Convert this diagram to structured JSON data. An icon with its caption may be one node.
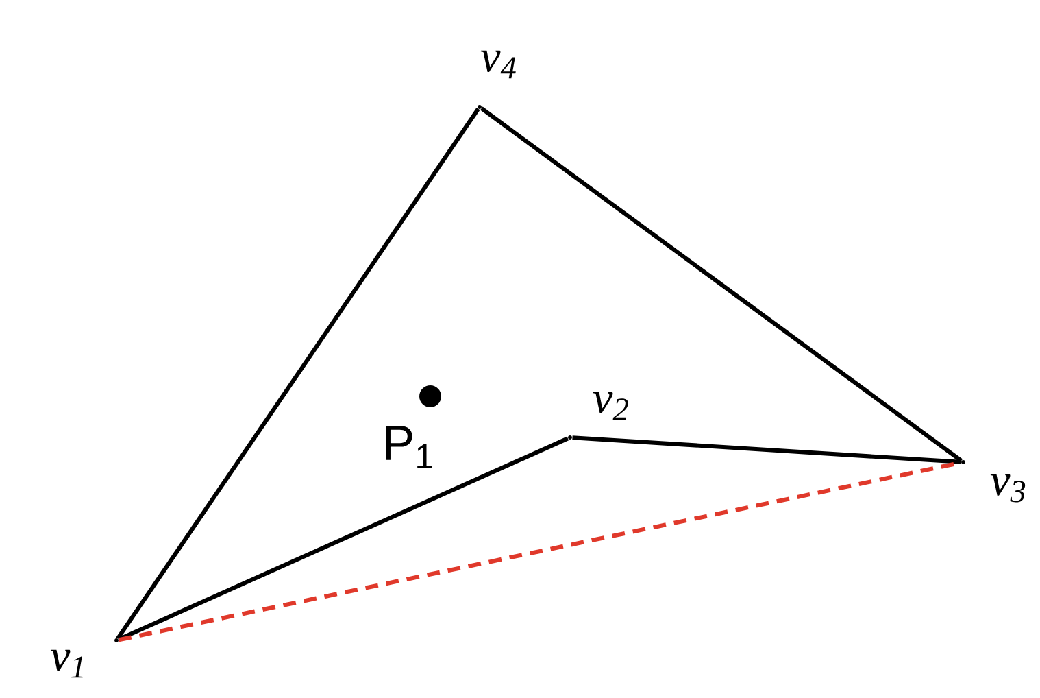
{
  "diagram": {
    "nodes": [
      {
        "text": [],
        "shape": "point",
        "beside": [
          "v$_{1}$"
        ]
      },
      {
        "text": [],
        "shape": "point",
        "beside": [
          "v$_{2}$"
        ]
      },
      {
        "text": [],
        "shape": "point",
        "beside": [
          "v$_{3}$"
        ]
      },
      {
        "text": [],
        "shape": "point",
        "beside": [
          "v$_{4}$"
        ]
      },
      {
        "text": [],
        "shape": "circle",
        "beside": [
          "P$_{1}$"
        ]
      }
    ],
    "edges": [
      {
        "from": 0,
        "to": 1,
        "arrow": "none"
      },
      {
        "from": 1,
        "to": 2,
        "arrow": "none"
      },
      {
        "from": 2,
        "to": 3,
        "arrow": "none"
      },
      {
        "from": 3,
        "to": 0,
        "arrow": "none"
      },
      {
        "from": 0,
        "to": 2,
        "arrow": "none",
        "style": "dashed",
        "color": "#e0392b"
      }
    ]
  }
}
